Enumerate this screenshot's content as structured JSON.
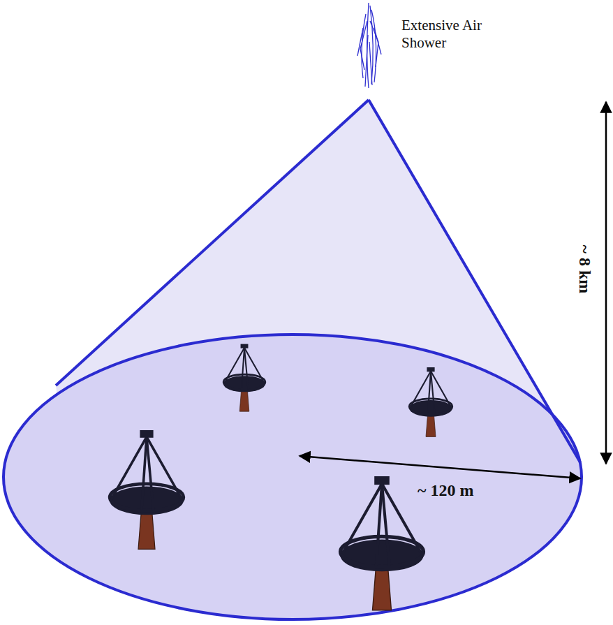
{
  "diagram": {
    "labels": [
      "Extensive Air Shower",
      "~ 8 km",
      "~ 120 m"
    ]
  }
}
